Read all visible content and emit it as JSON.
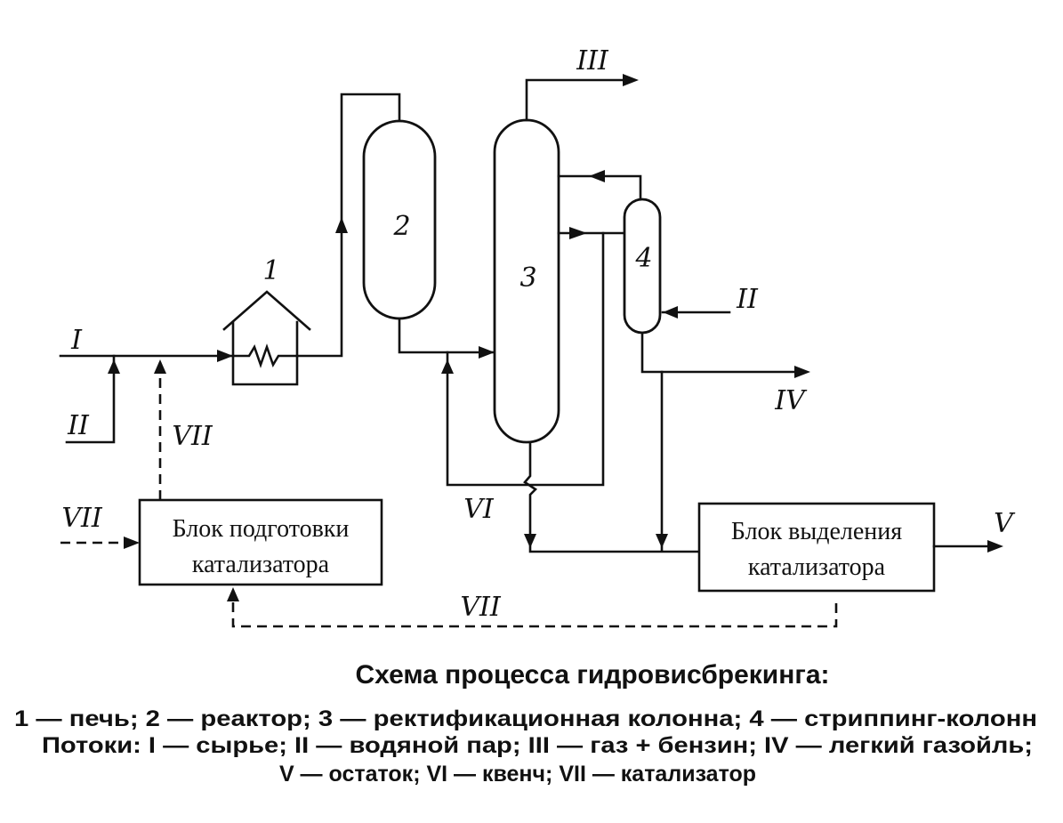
{
  "equipment": {
    "furnace": "1",
    "reactor": "2",
    "fractionator": "3",
    "stripper": "4"
  },
  "streams": {
    "feed": "I",
    "steam": "II",
    "gas_gasoline": "III",
    "light_gasoil": "IV",
    "residue": "V",
    "quench": "VI",
    "catalyst": "VII"
  },
  "blocks": {
    "prep_line1": "Блок подготовки",
    "prep_line2": "катализатора",
    "sep_line1": "Блок выделения",
    "sep_line2": "катализатора"
  },
  "caption": {
    "title": "Схема процесса гидровисбрекинга:",
    "line1": "1 — печь; 2 — реактор; 3 — ректификационная колонна; 4 — стриппинг-колонн",
    "line2": "Потоки: I — сырье; II — водяной пар; III — газ + бензин; IV — легкий газойль;",
    "line3": "V — остаток; VI — квенч; VII — катализатор"
  }
}
